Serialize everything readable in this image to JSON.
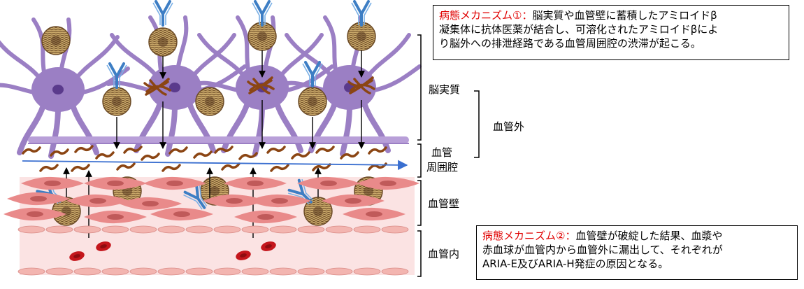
{
  "notes": {
    "mech1": {
      "title": "病態メカニズム①：",
      "line1": "脳実質や血管壁に蓄積したアミロイドβ",
      "line2": "凝集体に抗体医薬が結合し、可溶化されたアミロイドβによ",
      "line3": "り脳外への排泄経路である血管周囲腔の渋滞が起こる。"
    },
    "mech2": {
      "title": "病態メカニズム②：",
      "line1": "血管壁が破綻した結果、血漿や",
      "line2": "赤血球が血管内から血管外に漏出して、それぞれが",
      "line3": "ARIA-E及びARIA-H発症の原因となる。"
    }
  },
  "labels": {
    "parenchyma": "脳実質",
    "extravascular": "血管外",
    "perivascular_1": "血管",
    "perivascular_2": "周囲腔",
    "vessel_wall": "血管壁",
    "intravascular": "血管内"
  },
  "colors": {
    "neuron": "#9b7fc4",
    "neuron_dark": "#7b5aa8",
    "nucleus": "#5a3a8c",
    "antibody": "#3d7ec4",
    "amyloid_fibril": "#8b4513",
    "plaque": "#9b7a4a",
    "vessel_wall_bg": "#fbe3e3",
    "smooth_muscle": "#e98a8a",
    "endothelium": "#f3b5b0",
    "rbc": "#c4161c",
    "flow_arrow": "#3a6fd0"
  }
}
